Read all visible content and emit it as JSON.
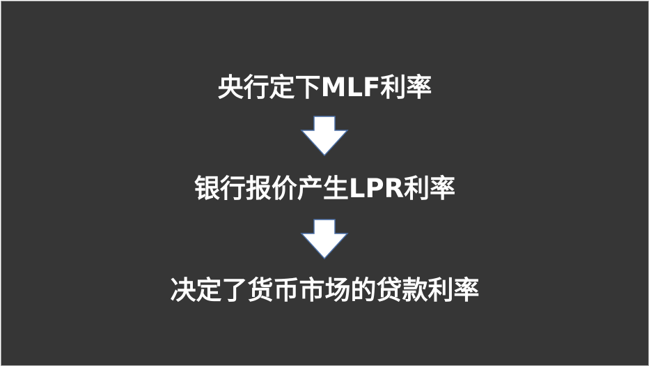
{
  "flow": {
    "steps": [
      {
        "text": "央行定下MLF利率"
      },
      {
        "text": "银行报价产生LPR利率"
      },
      {
        "text": "决定了货币市场的贷款利率"
      }
    ]
  },
  "colors": {
    "background": "#363636",
    "text": "#ffffff",
    "arrow_fill": "#ffffff",
    "arrow_stroke": "#4a6fa5"
  }
}
